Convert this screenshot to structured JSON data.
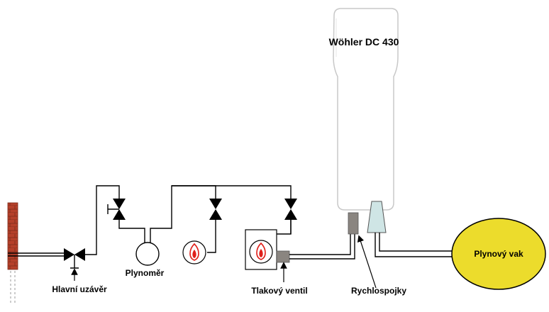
{
  "labels": {
    "device": "Wöhler DC 430",
    "main_valve": "Hlavní uzávěr",
    "gas_meter": "Plynoměr",
    "pressure_valve": "Tlakový ventil",
    "quick_couplings": "Rychlospojky",
    "gas_bag": "Plynový vak"
  },
  "colors": {
    "brick": "#b5402a",
    "device_body": "#ffffff",
    "device_outline": "#c8c8c8",
    "coupling_grey": "#8a8580",
    "coupling_teal": "#cfe5e5",
    "gas_bag_fill": "#ecdc2c",
    "flame": "#e0201a"
  },
  "icons": [
    "brick-wall-icon",
    "valve-icon",
    "flame-icon",
    "arrow-icon"
  ]
}
